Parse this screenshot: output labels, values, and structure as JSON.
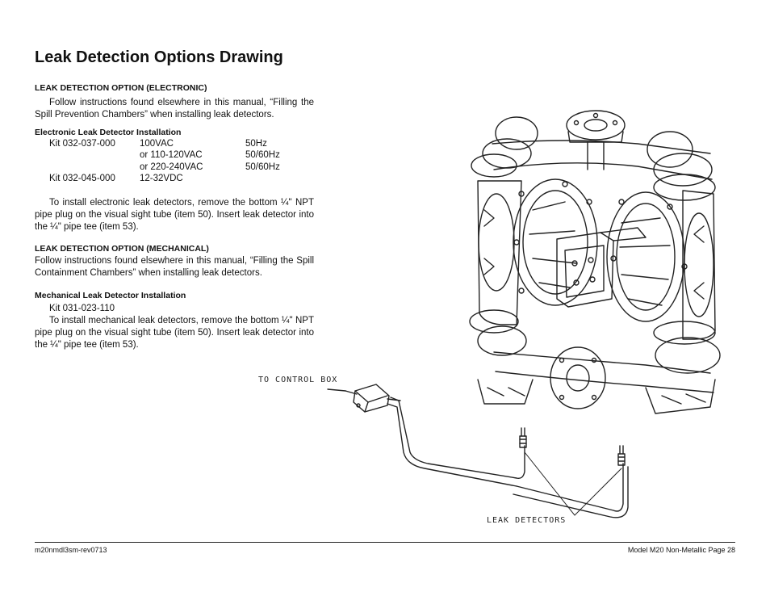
{
  "page": {
    "title": "Leak Detection Options Drawing"
  },
  "electronic": {
    "heading": "LEAK DETECTION OPTION  (ELECTRONIC)",
    "intro": "Follow instructions found elsewhere in this manual, “Filling the Spill Prevention Chambers” when installing leak detectors.",
    "install_heading": "Electronic Leak Detector Installation",
    "kits": [
      {
        "kit": "Kit 032-037-000",
        "voltage": "100VAC",
        "freq": "50Hz"
      },
      {
        "kit": "",
        "voltage": "or 110-120VAC",
        "freq": "50/60Hz"
      },
      {
        "kit": "",
        "voltage": "or 220-240VAC",
        "freq": "50/60Hz"
      },
      {
        "kit": "Kit 032-045-000",
        "voltage": "12-32VDC",
        "freq": ""
      }
    ],
    "instructions": "To install electronic leak detectors, remove the bottom ¼\" NPT pipe plug on the visual sight tube (item 50). Insert leak detector into the ¼\" pipe tee (item 53)."
  },
  "mechanical": {
    "heading": "LEAK DETECTION OPTION  (MECHANICAL)",
    "intro": "Follow instructions found elsewhere in this manual, “Filling the Spill Containment Chambers” when installing leak detectors.",
    "install_heading": "Mechanical Leak Detector Installation",
    "kit": "Kit 031-023-110",
    "instructions": "To install mechanical leak detectors, remove the bottom ¼\" NPT pipe plug on the visual sight tube (item 50). Insert leak detector into the ¼\" pipe tee (item 53)."
  },
  "drawing": {
    "label_control_box": "TO CONTROL BOX",
    "label_leak_detectors": "LEAK DETECTORS"
  },
  "footer": {
    "left": "m20nmdl3sm-rev0713",
    "right": "Model M20 Non-Metallic Page 28"
  }
}
